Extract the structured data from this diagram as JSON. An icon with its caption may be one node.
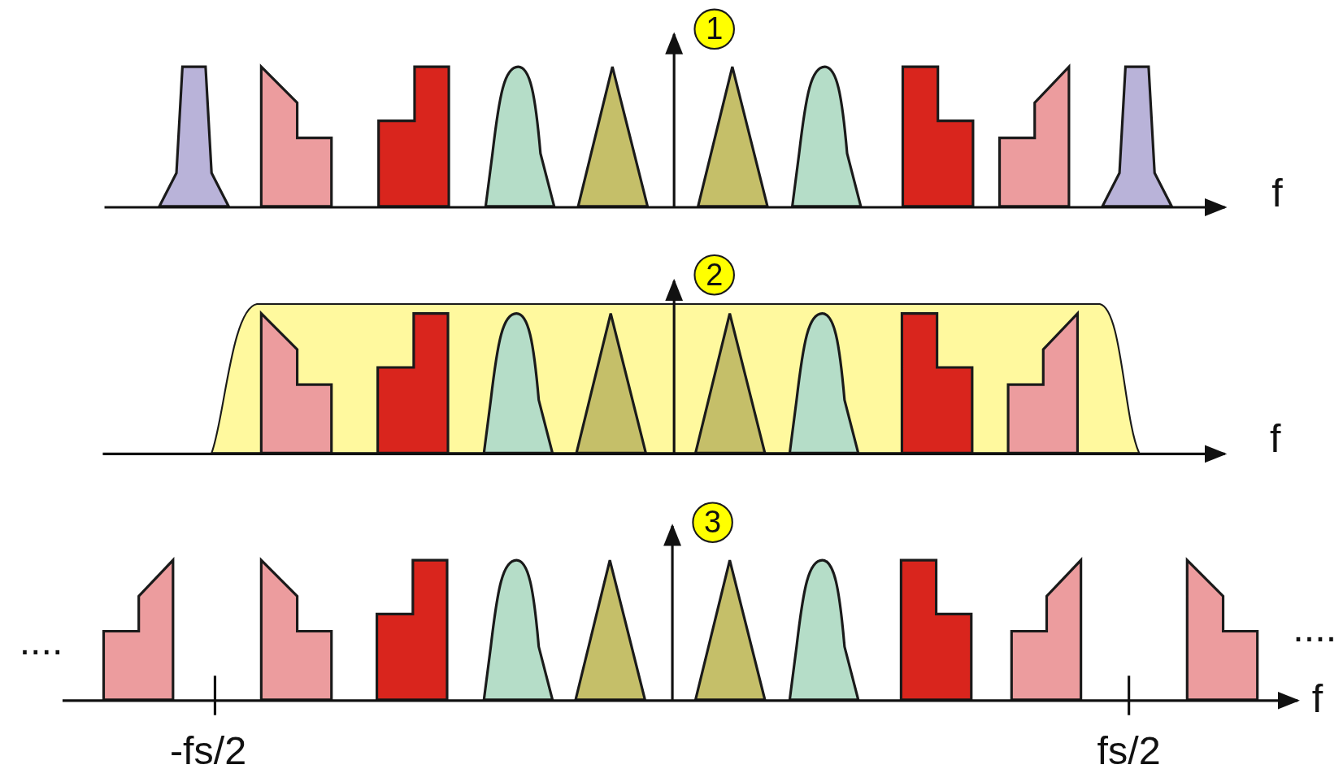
{
  "diagram": {
    "nodes": [
      {
        "text": [
          "1"
        ]
      },
      {
        "text": [
          "2"
        ]
      },
      {
        "text": [
          "3"
        ]
      }
    ],
    "edges": [],
    "labels": [
      "f",
      "f",
      "....",
      "....",
      "f",
      "-fs/2",
      "fs/2"
    ]
  }
}
